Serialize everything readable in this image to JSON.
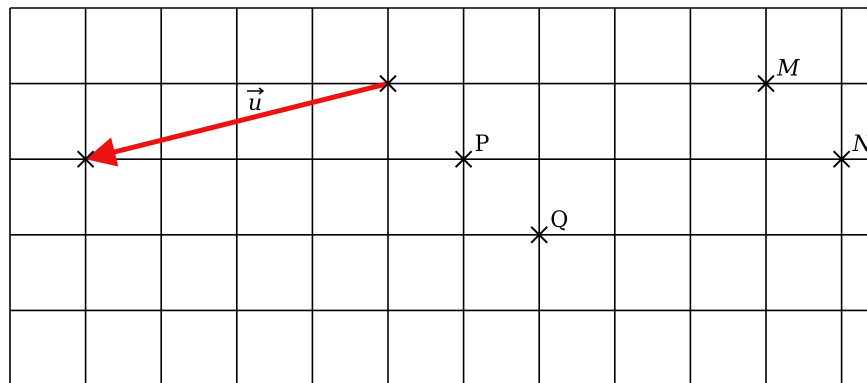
{
  "grid": {
    "columns": 11,
    "rows": 5,
    "line_color": "#000000"
  },
  "vector": {
    "label": "u",
    "color": "#ee1111",
    "from_node": [
      5,
      1
    ],
    "to_node": [
      1,
      2
    ]
  },
  "points": [
    {
      "name": "M",
      "italic": true,
      "node": [
        10,
        1
      ]
    },
    {
      "name": "P",
      "italic": false,
      "node": [
        6,
        2
      ]
    },
    {
      "name": "Q",
      "italic": false,
      "node": [
        7,
        3
      ]
    },
    {
      "name": "N",
      "italic": true,
      "node": [
        11,
        2
      ]
    }
  ]
}
